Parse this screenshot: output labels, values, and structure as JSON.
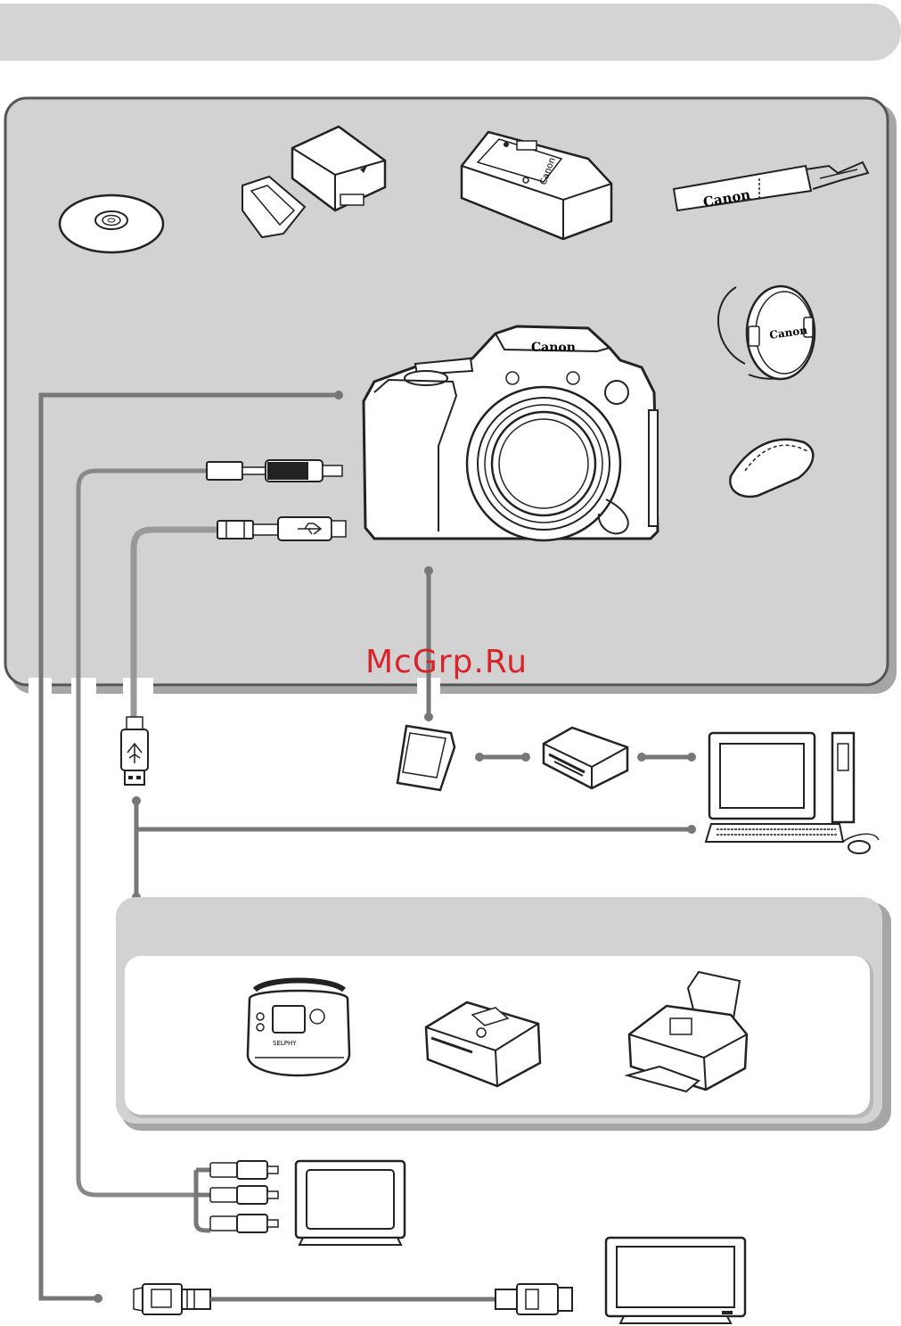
{
  "header": {
    "title": ""
  },
  "watermark": {
    "text": "McGrp.Ru"
  },
  "brand": {
    "camera": "Canon",
    "strap": "Canon",
    "lens_cap": "Canon",
    "charger": "Canon"
  },
  "printer": {
    "selphy_label": "SELPHY"
  },
  "colors": {
    "panel": "#d2d2d2",
    "panel_shadow": "#a6a6a6",
    "line": "#777777",
    "outline": "#222222",
    "watermark": "#d8232a"
  },
  "icons": [
    "cd-rom-icon",
    "battery-pack-icon",
    "battery-cover-icon",
    "battery-charger-icon",
    "neck-strap-icon",
    "lens-cap-icon",
    "lens-cap-holder-icon",
    "camera-icon",
    "memory-card-icon",
    "card-reader-icon",
    "computer-icon",
    "printer-selphy-cp-icon",
    "printer-selphy-compact-icon",
    "printer-inkjet-icon",
    "tv-icon",
    "hd-tv-icon",
    "av-cable-icon",
    "usb-cable-icon",
    "hdmi-cable-icon"
  ]
}
